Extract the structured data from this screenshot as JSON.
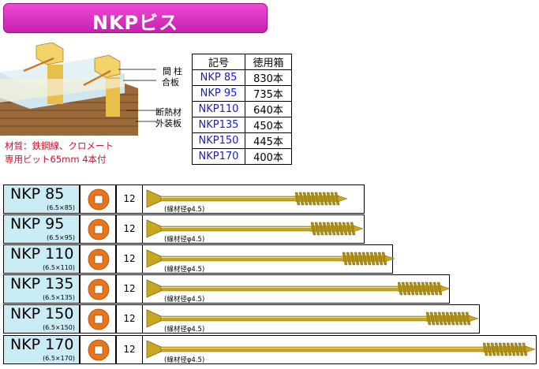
{
  "title": "NKPビス",
  "illustration": {
    "labels": {
      "pillar": "柱",
      "stud": "間",
      "plywood": "合板",
      "insulation": "断熱材",
      "siding": "外装板"
    }
  },
  "material": "材質：鉄鋼線、クロメート",
  "bit_note": "専用ビット65mm 4本付",
  "spec_table": {
    "headers": [
      "記号",
      "徳用箱"
    ],
    "rows": [
      {
        "code": "NKP 85",
        "qty": "830本"
      },
      {
        "code": "NKP 95",
        "qty": "735本"
      },
      {
        "code": "NKP110",
        "qty": "640本"
      },
      {
        "code": "NKP135",
        "qty": "450本"
      },
      {
        "code": "NKP150",
        "qty": "445本"
      },
      {
        "code": "NKP170",
        "qty": "400本"
      }
    ]
  },
  "screws": [
    {
      "name": "NKP 85",
      "size": "(6.5×85)",
      "count": "12",
      "wire": "(線材径φ4.5)"
    },
    {
      "name": "NKP 95",
      "size": "(6.5×95)",
      "count": "12",
      "wire": "(線材径φ4.5)"
    },
    {
      "name": "NKP 110",
      "size": "(6.5×110)",
      "count": "12",
      "wire": "(線材径φ4.5)"
    },
    {
      "name": "NKP 135",
      "size": "(6.5×135)",
      "count": "12",
      "wire": "(線材径φ4.5)"
    },
    {
      "name": "NKP 150",
      "size": "(6.5×150)",
      "count": "12",
      "wire": "(線材径φ4.5)"
    },
    {
      "name": "NKP 170",
      "size": "(6.5×170)",
      "count": "12",
      "wire": "(線材径φ4.5)"
    }
  ],
  "colors": {
    "banner": "#e033c8",
    "name_cell": "#c9ecf5",
    "disc": "#e8741c",
    "screw_gold": "#c9a621",
    "code_blue": "#1a1ad0",
    "note_red": "#d0102a"
  }
}
